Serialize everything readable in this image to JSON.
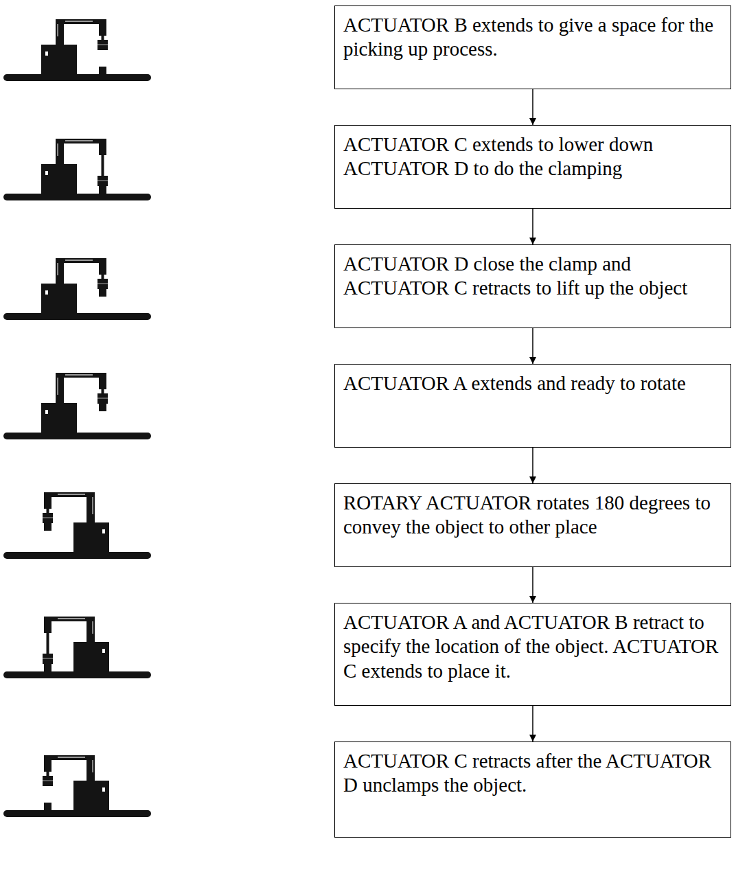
{
  "diagram": {
    "nodes": [
      {
        "text": [
          "ACTUATOR B extends to give a space for the picking up process."
        ]
      },
      {
        "text": [
          "ACTUATOR C extends to lower down ACTUATOR D to do the clamping"
        ]
      },
      {
        "text": [
          "ACTUATOR D close the clamp and ACTUATOR C retracts to lift up the object"
        ]
      },
      {
        "text": [
          "ACTUATOR A extends and ready to rotate"
        ]
      },
      {
        "text": [
          "ROTARY ACTUATOR rotates 180 degrees to convey the object to other place"
        ]
      },
      {
        "text": [
          "ACTUATOR A and ACTUATOR B retract to specify the location of the object. ACTUATOR C extends to place it."
        ]
      },
      {
        "text": [
          "ACTUATOR C retracts after the ACTUATOR D unclamps the object."
        ]
      }
    ],
    "edges": [
      {
        "from": 0,
        "to": 1,
        "arrow": "to"
      },
      {
        "from": 1,
        "to": 2,
        "arrow": "to"
      },
      {
        "from": 2,
        "to": 3,
        "arrow": "to"
      },
      {
        "from": 3,
        "to": 4,
        "arrow": "to"
      },
      {
        "from": 4,
        "to": 5,
        "arrow": "to"
      },
      {
        "from": 5,
        "to": 6,
        "arrow": "to"
      }
    ]
  }
}
